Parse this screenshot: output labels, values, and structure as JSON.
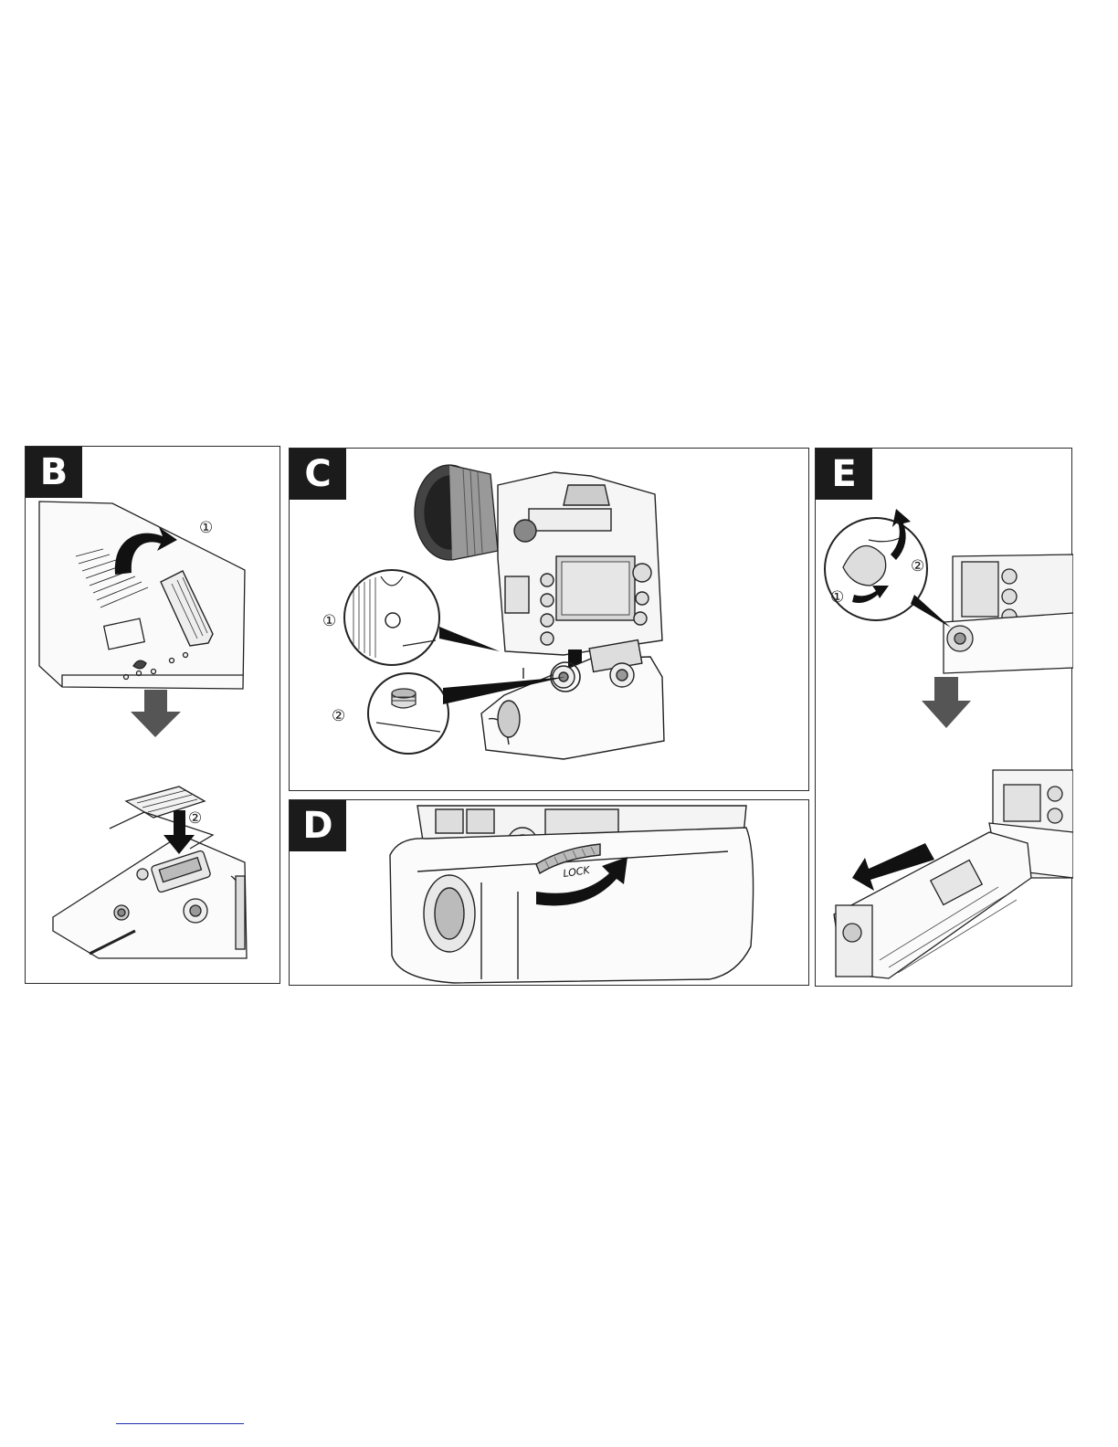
{
  "panels": {
    "b": {
      "label": "B",
      "callouts": [
        "①",
        "②"
      ]
    },
    "c": {
      "label": "C",
      "callouts": [
        "①",
        "②"
      ]
    },
    "d": {
      "label": "D",
      "lock_text": "LOCK"
    },
    "e": {
      "label": "E",
      "callouts": [
        "①",
        "②"
      ]
    }
  }
}
